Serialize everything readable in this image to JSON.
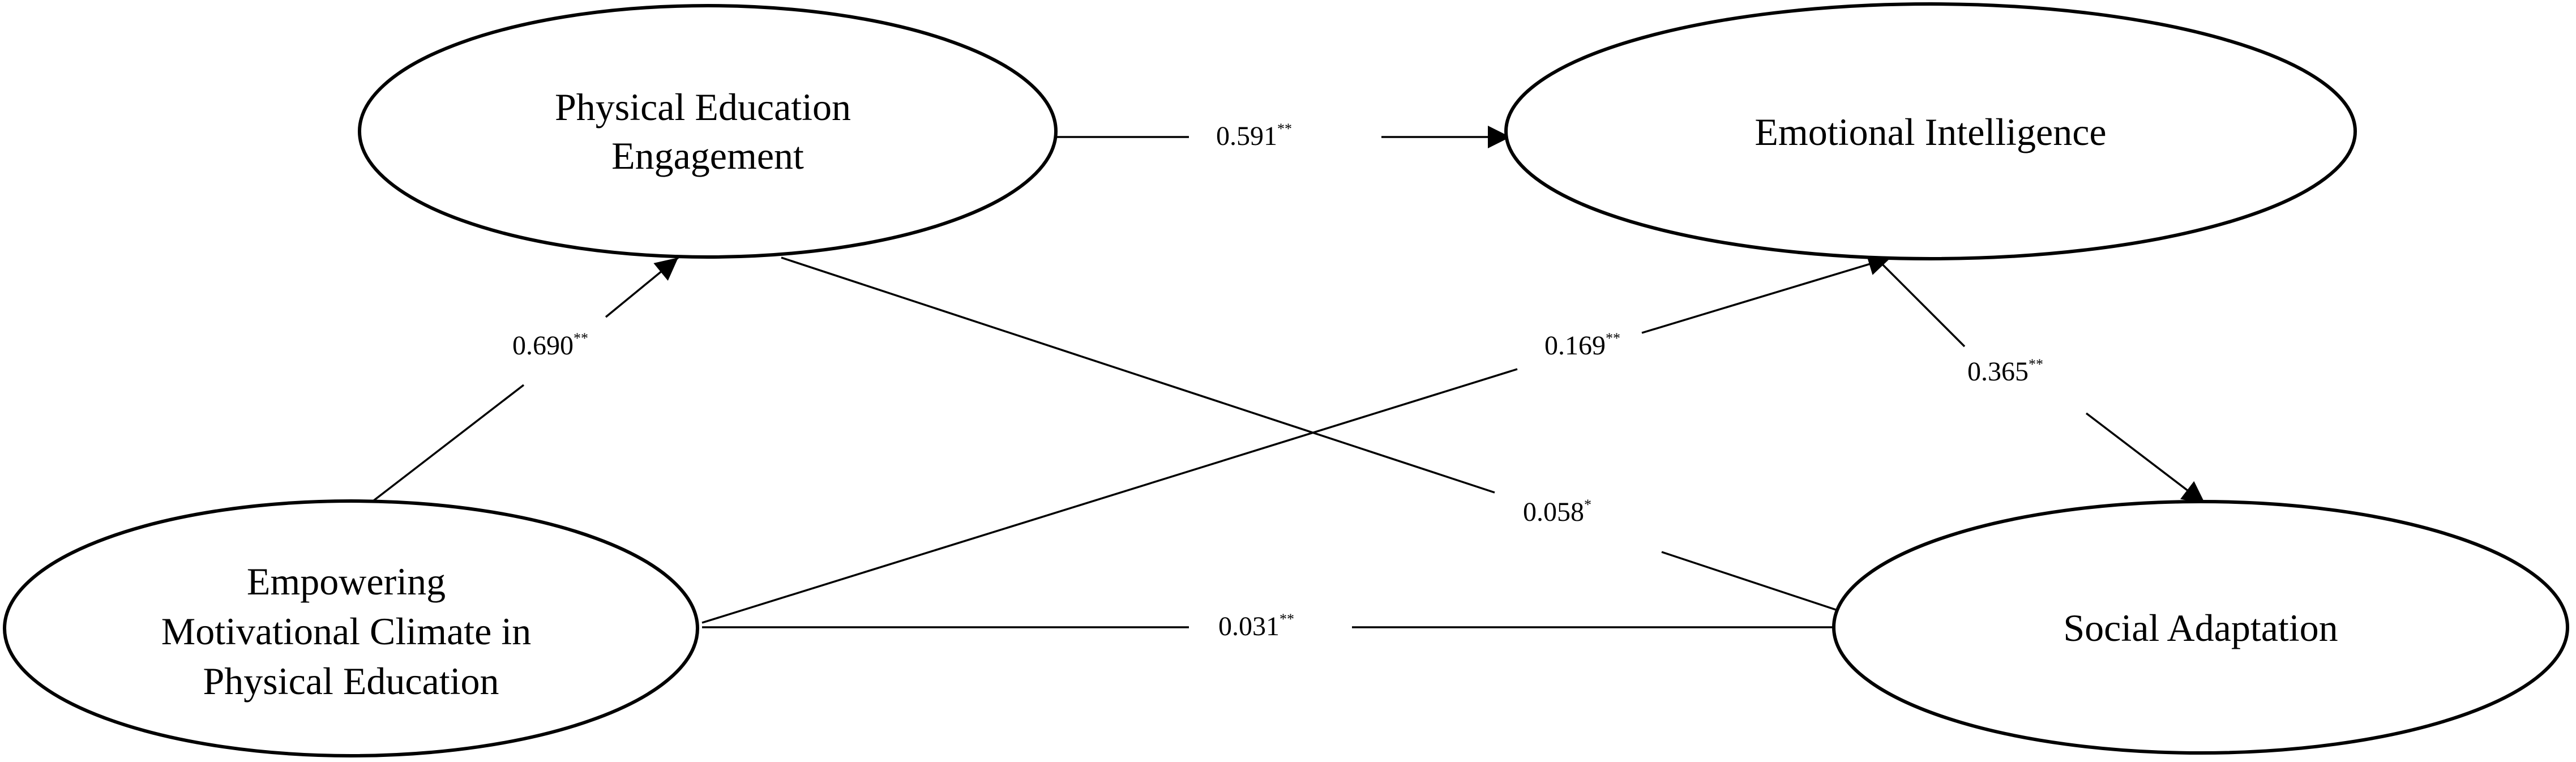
{
  "nodes": {
    "pee": {
      "lines": [
        "Physical Education",
        "Engagement"
      ]
    },
    "ei": {
      "lines": [
        "Emotional Intelligence"
      ]
    },
    "emc": {
      "lines": [
        "Empowering",
        "Motivational Climate in",
        "Physical Education"
      ]
    },
    "sa": {
      "lines": [
        "Social Adaptation"
      ]
    }
  },
  "edges": {
    "pee_ei": {
      "coef": "0.591",
      "sig": "**"
    },
    "emc_pee": {
      "coef": "0.690",
      "sig": "**"
    },
    "emc_ei": {
      "coef": "0.169",
      "sig": "**"
    },
    "ei_sa": {
      "coef": "0.365",
      "sig": "**"
    },
    "pee_sa": {
      "coef": "0.058",
      "sig": "*"
    },
    "emc_sa": {
      "coef": "0.031",
      "sig": "**"
    }
  }
}
